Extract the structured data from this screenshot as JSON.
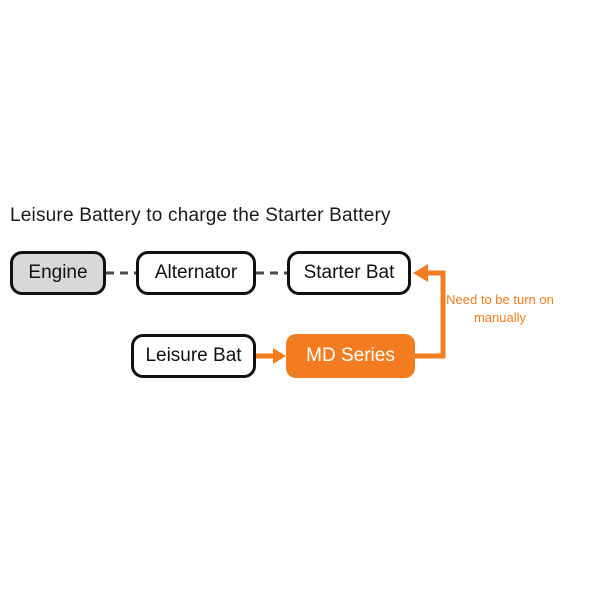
{
  "title": "Leisure Battery to charge the Starter Battery",
  "nodes": {
    "engine": {
      "label": "Engine"
    },
    "alternator": {
      "label": "Alternator"
    },
    "starter_bat": {
      "label": "Starter Bat"
    },
    "leisure_bat": {
      "label": "Leisure Bat"
    },
    "md_series": {
      "label": "MD Series"
    }
  },
  "annotation": {
    "line1": "Need to be turn on",
    "line2": "manually"
  },
  "colors": {
    "orange": "#f47c20",
    "engine_fill": "#d8d8d8",
    "node_border": "#111111",
    "dash_connector": "#4a4a4a",
    "background": "#ffffff",
    "md_text": "#ffffff"
  },
  "diagram": {
    "type": "flow-diagram",
    "connections": [
      {
        "from": "engine",
        "to": "alternator",
        "style": "dashed"
      },
      {
        "from": "alternator",
        "to": "starter_bat",
        "style": "dashed"
      },
      {
        "from": "leisure_bat",
        "to": "md_series",
        "style": "orange-arrow"
      },
      {
        "from": "md_series",
        "to": "starter_bat",
        "style": "orange-arrow-elbow",
        "note": "Need to be turn on manually"
      }
    ]
  }
}
